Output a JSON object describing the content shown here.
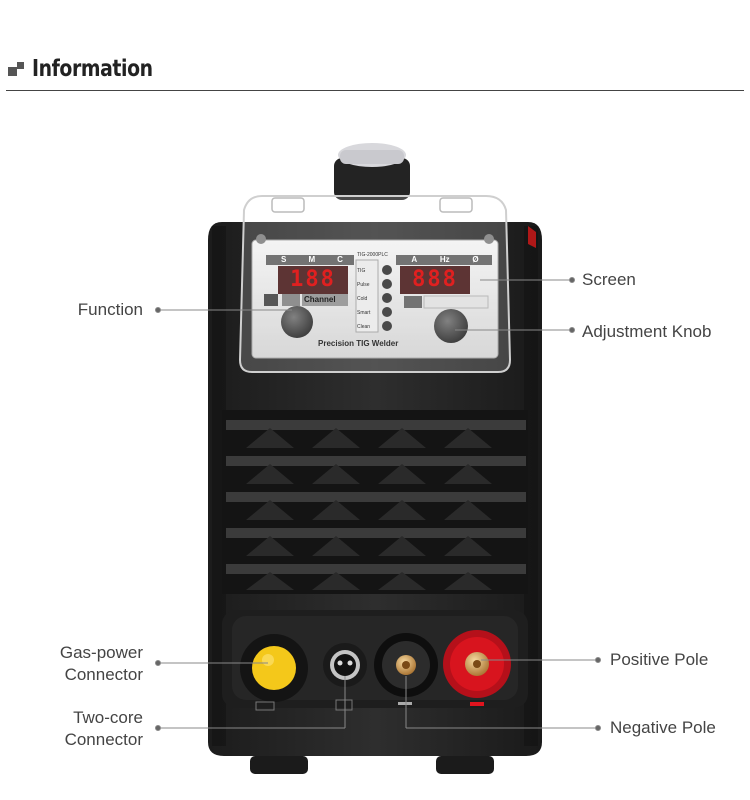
{
  "header": {
    "title": "Information",
    "icon": "squares-icon"
  },
  "labels": {
    "screen": "Screen",
    "function": "Function",
    "knob": "Adjustment Knob",
    "gas_line1": "Gas-power",
    "gas_line2": "Connector",
    "positive": "Positive Pole",
    "twocore_line1": "Two-core",
    "twocore_line2": "Connector",
    "negative": "Negative Pole"
  },
  "panel": {
    "left_heads": [
      "S",
      "M",
      "C"
    ],
    "right_heads": [
      "A",
      "Hz",
      "Ø"
    ],
    "left_display": "188",
    "right_display": "888",
    "model": "TIG-2000PLC",
    "mode_items": [
      "TIG",
      "Pulse",
      "Cold",
      "Smart",
      "Clean"
    ],
    "channel_label": "Channel",
    "brand_text": "Precision TIG Welder"
  },
  "colors": {
    "body": "#262626",
    "display_red": "#e02020",
    "gas_connector": "#f4c81a",
    "positive_pole": "#d0141e",
    "line": "#888888"
  }
}
